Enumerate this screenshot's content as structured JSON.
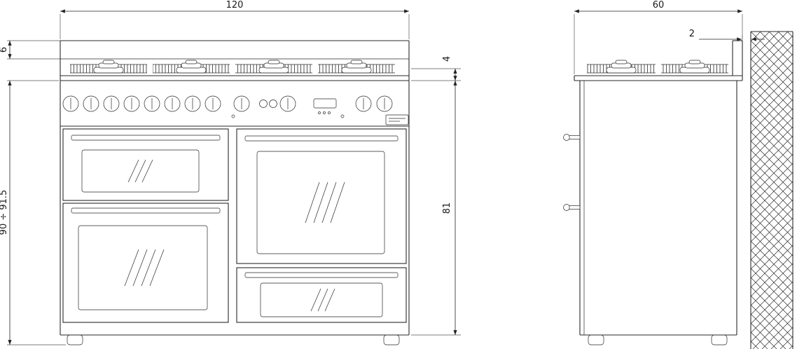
{
  "dimensions": {
    "width": "120",
    "upstand_height": "6",
    "hob_edge_height": "4",
    "body_height": "81",
    "overall_height": "90 ÷ 91.5",
    "depth": "60",
    "wall_clearance": "2"
  }
}
